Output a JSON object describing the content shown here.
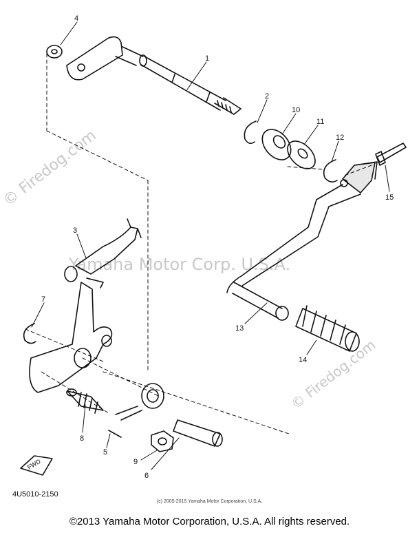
{
  "watermarks": {
    "firedog_left": "© Firedog.com",
    "firedog_right": "© Firedog.com",
    "yamaha": "Yamaha Motor Corp. U.S.A."
  },
  "diagram_code": "4U5010-2150",
  "fwd_label": "FWD",
  "small_copyright": "(c) 2005-2015 Yamaha Motor Corporation, U.S.A.",
  "copyright": "©2013 Yamaha Motor Corporation, U.S.A. All rights reserved.",
  "callouts": {
    "c1": "1",
    "c2": "2",
    "c3": "3",
    "c4": "4",
    "c5": "5",
    "c6": "6",
    "c7": "7",
    "c8": "8",
    "c9": "9",
    "c10": "10",
    "c11": "11",
    "c12": "12",
    "c13": "13",
    "c14": "14",
    "c15": "15"
  }
}
